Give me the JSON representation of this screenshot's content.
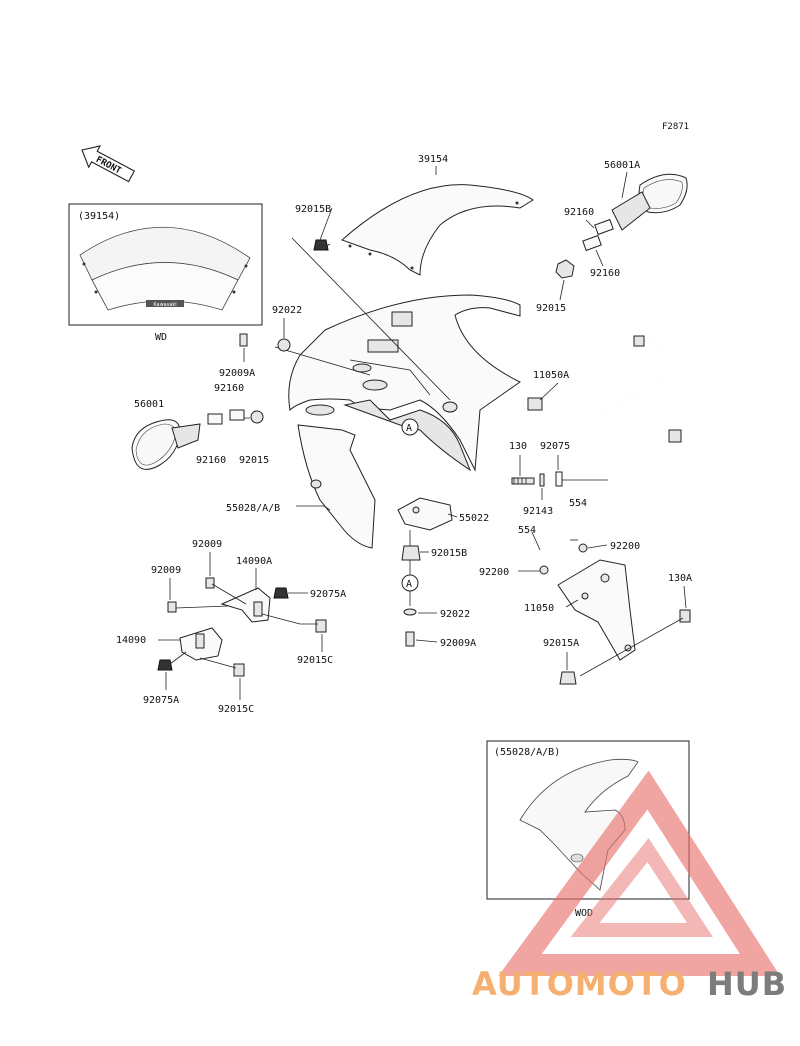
{
  "figure_code": "F2871",
  "front_arrow_label": "FRONT",
  "inset_windshield": {
    "title": "(39154)",
    "note": "WD",
    "brand_mark": "Kawasaki"
  },
  "inset_cowl": {
    "title": "(55028/A/B)",
    "note": "WOD"
  },
  "callout_letter": "A",
  "parts": {
    "p39154": "39154",
    "p92015B_top": "92015B",
    "p56001A": "56001A",
    "p92160_r1": "92160",
    "p92160_r2": "92160",
    "p92015_r": "92015",
    "p92022_top": "92022",
    "p92009A_top": "92009A",
    "p92160_l1": "92160",
    "p56001": "56001",
    "p92160_l2": "92160",
    "p92015_l": "92015",
    "p11050A": "11050A",
    "p130": "130",
    "p92075": "92075",
    "p554_a": "554",
    "p92143": "92143",
    "p55028AB": "55028/A/B",
    "p55022": "55022",
    "p92015B_mid": "92015B",
    "p554_b": "554",
    "p92200_a": "92200",
    "p92200_b": "92200",
    "p130A": "130A",
    "p11050": "11050",
    "p92022_bot": "92022",
    "p92009A_bot": "92009A",
    "p92015A": "92015A",
    "p92009_a": "92009",
    "p92009_b": "92009",
    "p14090A": "14090A",
    "p92075A_top": "92075A",
    "p14090": "14090",
    "p92015C_a": "92015C",
    "p92075A_bot": "92075A",
    "p92015C_b": "92015C"
  },
  "watermark": {
    "part1": "AUTOMOTO",
    "part2": "HUB",
    "color1": "#f4a259",
    "color2": "#666666",
    "logo_color": "#e8726e"
  }
}
